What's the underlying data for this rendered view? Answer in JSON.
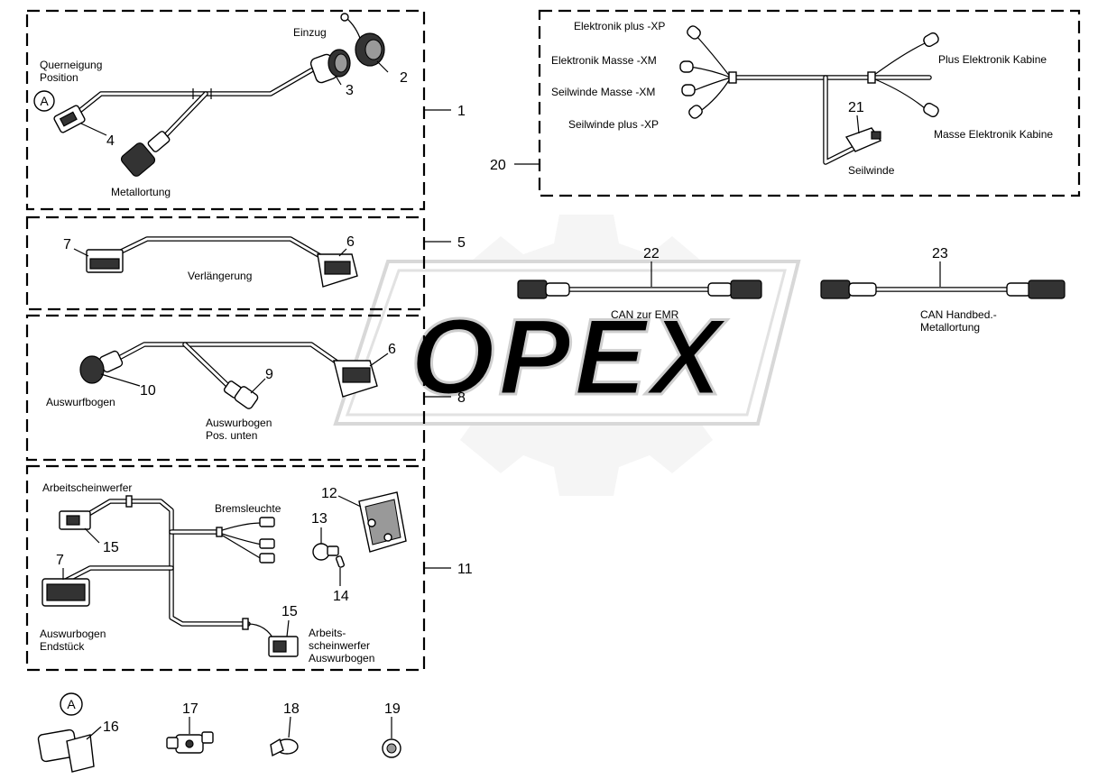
{
  "labels": {
    "querneigung": [
      "Querneigung",
      "Position"
    ],
    "einzug": "Einzug",
    "metallortung": "Metallortung",
    "verlaengerung": "Verlängerung",
    "auswurfbogen": "Auswurfbogen",
    "auswurfbogen_pos_unten": [
      "Auswurbogen",
      "Pos. unten"
    ],
    "arbeitsscheinwerfer": "Arbeitscheinwerfer",
    "bremsleuchte": "Bremsleuchte",
    "auswurfbogen_endstueck": [
      "Auswurbogen",
      "Endstück"
    ],
    "arbeitsscheinwerfer_auswurfbogen": [
      "Arbeits-",
      "scheinwerfer",
      "Auswurbogen"
    ],
    "elektronik_plus_xp": "Elektronik plus -XP",
    "elektronik_masse_xm": "Elektronik Masse -XM",
    "seilwinde_masse_xm": "Seilwinde Masse -XM",
    "seilwinde_plus_xp": "Seilwinde plus -XP",
    "plus_elektronik_kabine": "Plus Elektronik Kabine",
    "masse_elektronik_kabine": "Masse Elektronik Kabine",
    "seilwinde": "Seilwinde",
    "can_zur_emr": "CAN zur EMR",
    "can_handbed": [
      "CAN Handbed.-",
      "Metallortung"
    ],
    "detail_a": "A",
    "watermark": "OPEX"
  },
  "numbers": {
    "n1": "1",
    "n2": "2",
    "n3": "3",
    "n4": "4",
    "n5": "5",
    "n6": "6",
    "n6b": "6",
    "n7": "7",
    "n7b": "7",
    "n8": "8",
    "n9": "9",
    "n10": "10",
    "n11": "11",
    "n12": "12",
    "n13": "13",
    "n14": "14",
    "n15": "15",
    "n15b": "15",
    "n16": "16",
    "n17": "17",
    "n18": "18",
    "n19": "19",
    "n20": "20",
    "n21": "21",
    "n22": "22",
    "n23": "23"
  }
}
